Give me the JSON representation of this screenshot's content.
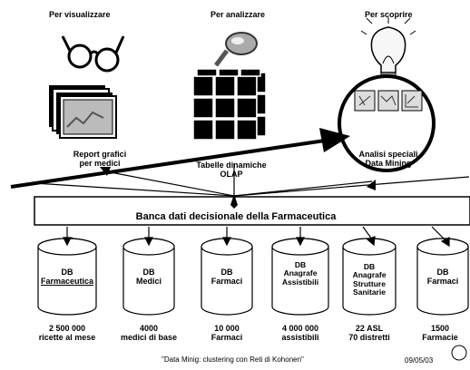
{
  "headers": [
    {
      "id": "visualizzare",
      "text": "Per visualizzare"
    },
    {
      "id": "analizzare",
      "text": "Per analizzare"
    },
    {
      "id": "scoprire",
      "text": "Per scoprire"
    }
  ],
  "tools": {
    "report": {
      "line1": "Report grafici",
      "line2": "per medici"
    },
    "olap": {
      "line1": "Tabelle dinamiche",
      "line2": "OLAP"
    },
    "mining": {
      "line1": "Analisi speciali",
      "line2": "Data Mining"
    }
  },
  "warehouse_label": "Banca dati decisionale della Farmaceutica",
  "databases": [
    {
      "lines": [
        "DB",
        "Farmaceutica"
      ],
      "stat1": "2 500 000",
      "stat2": "ricette al mese"
    },
    {
      "lines": [
        "DB",
        "Medici"
      ],
      "stat1": "4000",
      "stat2": "medici di base"
    },
    {
      "lines": [
        "DB",
        "Farmaci"
      ],
      "stat1": "10 000",
      "stat2": "Farmaci"
    },
    {
      "lines": [
        "DB",
        "Anagrafe",
        "Assistibili"
      ],
      "stat1": "4 000 000",
      "stat2": "assistibili"
    },
    {
      "lines": [
        "DB",
        "Anagrafe",
        "Strutture",
        "Sanitarie"
      ],
      "stat1": "22 ASL",
      "stat2": "70 distretti"
    },
    {
      "lines": [
        "DB",
        "Farmaci"
      ],
      "stat1": "1500",
      "stat2": "Farmacie"
    }
  ],
  "footer": {
    "caption": "\"Data Minig: clustering con Reti di Kohonen\"",
    "date": "09/05/03"
  },
  "colors": {
    "ink": "#000000",
    "background": "#ffffff"
  }
}
